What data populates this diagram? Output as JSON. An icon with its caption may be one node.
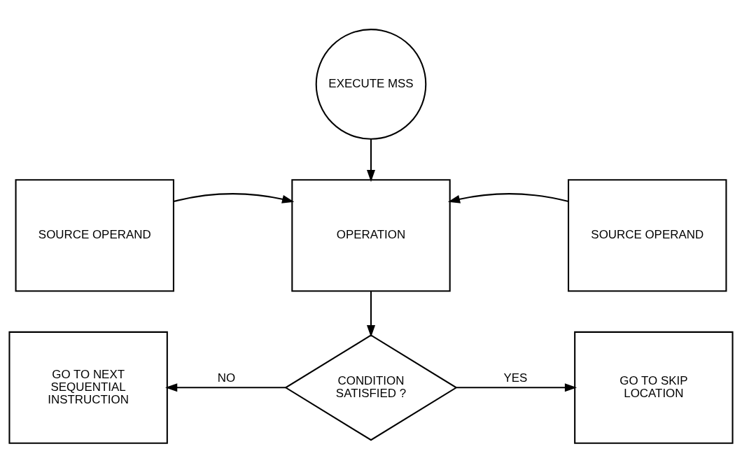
{
  "diagram": {
    "nodes": [
      {
        "text": [
          "EXECUTE MSS"
        ]
      },
      {
        "text": [
          "SOURCE OPERAND"
        ]
      },
      {
        "text": [
          "OPERATION"
        ]
      },
      {
        "text": [
          "SOURCE OPERAND"
        ]
      },
      {
        "text": [
          "GO TO NEXT SEQUENTIAL INSTRUCTION"
        ]
      },
      {
        "text": [
          "CONDITION SATISFIED ?"
        ]
      },
      {
        "text": [
          "GO TO SKIP LOCATION"
        ]
      }
    ],
    "edges": [
      {
        "from": 0,
        "to": 2,
        "arrow": "to"
      },
      {
        "from": 1,
        "to": 2,
        "arrow": "to"
      },
      {
        "from": 3,
        "to": 2,
        "arrow": "to"
      },
      {
        "from": 2,
        "to": 5,
        "arrow": "to"
      },
      {
        "from": 5,
        "to": 4,
        "arrow": "to",
        "label": "NO"
      },
      {
        "from": 5,
        "to": 6,
        "arrow": "to",
        "label": "YES"
      }
    ]
  }
}
